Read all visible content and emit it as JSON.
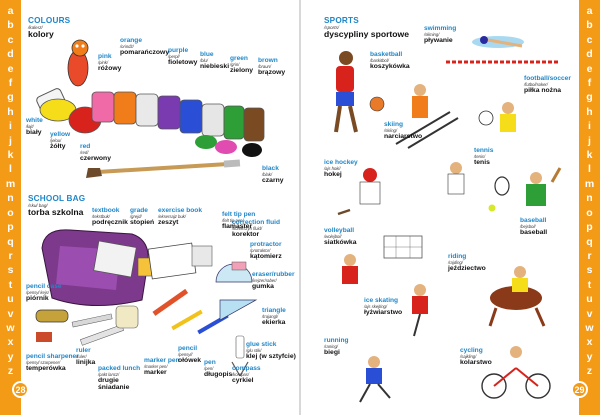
{
  "alphabet": [
    "a",
    "b",
    "c",
    "d",
    "e",
    "f",
    "g",
    "h",
    "i",
    "j",
    "k",
    "l",
    "m",
    "n",
    "o",
    "p",
    "q",
    "r",
    "s",
    "t",
    "u",
    "v",
    "w",
    "x",
    "y",
    "z"
  ],
  "left_page_number": "28",
  "right_page_number": "29",
  "colours": {
    "title": {
      "en": "COLOURS",
      "ph": "/kalerz/",
      "pl": "kolory"
    },
    "items": [
      {
        "en": "pink",
        "ph": "/pink/",
        "pl": "różowy",
        "color": "#f06aa8"
      },
      {
        "en": "orange",
        "ph": "/orindż/",
        "pl": "pomarańczowy",
        "color": "#f07d1a"
      },
      {
        "en": "purple",
        "ph": "/perpl/",
        "pl": "fioletowy",
        "color": "#7a3bb0"
      },
      {
        "en": "blue",
        "ph": "/blu/",
        "pl": "niebieski",
        "color": "#2a4fd6"
      },
      {
        "en": "green",
        "ph": "/grin/",
        "pl": "zielony",
        "color": "#2e9e37"
      },
      {
        "en": "brown",
        "ph": "/braun/",
        "pl": "brązowy",
        "color": "#7a4a22"
      },
      {
        "en": "white",
        "ph": "/łajt/",
        "pl": "biały",
        "color": "#ffffff"
      },
      {
        "en": "yellow",
        "ph": "/jelou/",
        "pl": "żółty",
        "color": "#f5dd1a"
      },
      {
        "en": "red",
        "ph": "/red/",
        "pl": "czerwony",
        "color": "#d8231d"
      },
      {
        "en": "black",
        "ph": "/blak/",
        "pl": "czarny",
        "color": "#111111"
      }
    ]
  },
  "school_bag": {
    "title": {
      "en": "SCHOOL BAG",
      "ph": "/skul bag/",
      "pl": "torba szkolna"
    },
    "items": [
      {
        "en": "textbook",
        "ph": "/tekstbuk/",
        "pl": "podręcznik"
      },
      {
        "en": "grade",
        "ph": "/grejd/",
        "pl": "stopień"
      },
      {
        "en": "exercise book",
        "ph": "/eksersajz buk/",
        "pl": "zeszyt"
      },
      {
        "en": "felt tip pen",
        "ph": "/felt tip pen/",
        "pl": "flamaster"
      },
      {
        "en": "correction fluid",
        "ph": "/korekszyn fluid/",
        "pl": "korektor"
      },
      {
        "en": "protractor",
        "ph": "/protraktor/",
        "pl": "kątomierz"
      },
      {
        "en": "eraser/rubber",
        "ph": "/irejzer/raber/",
        "pl": "gumka"
      },
      {
        "en": "triangle",
        "ph": "/trajangl/",
        "pl": "ekierka"
      },
      {
        "en": "pencil case",
        "ph": "/pensyl kejs/",
        "pl": "piórnik"
      },
      {
        "en": "pencil sharpener",
        "ph": "/pensyl szarpener/",
        "pl": "temperówka"
      },
      {
        "en": "ruler",
        "ph": "/ruler/",
        "pl": "linijka"
      },
      {
        "en": "packed lunch",
        "ph": "/pakt lancz/",
        "pl": "drugie śniadanie"
      },
      {
        "en": "marker pen",
        "ph": "/marker pen/",
        "pl": "marker"
      },
      {
        "en": "pencil",
        "ph": "/pensyl/",
        "pl": "ołówek"
      },
      {
        "en": "pen",
        "ph": "/pen/",
        "pl": "długopis"
      },
      {
        "en": "glue stick",
        "ph": "/glu stik/",
        "pl": "klej (w sztyfcie)"
      },
      {
        "en": "compass",
        "ph": "/kompas/",
        "pl": "cyrkiel"
      }
    ]
  },
  "sports": {
    "title": {
      "en": "SPORTS",
      "ph": "/sports/",
      "pl": "dyscypliny sportowe"
    },
    "items": [
      {
        "en": "swimming",
        "ph": "/słiming/",
        "pl": "pływanie"
      },
      {
        "en": "basketball",
        "ph": "/baskitbol/",
        "pl": "koszykówka"
      },
      {
        "en": "football/soccer",
        "ph": "/futbol/soker/",
        "pl": "piłka nożna"
      },
      {
        "en": "skiing",
        "ph": "/skiing/",
        "pl": "narciarstwo"
      },
      {
        "en": "ice hockey",
        "ph": "/ajs hoki/",
        "pl": "hokej"
      },
      {
        "en": "tennis",
        "ph": "/tenis/",
        "pl": "tenis"
      },
      {
        "en": "baseball",
        "ph": "/bejsbol/",
        "pl": "baseball"
      },
      {
        "en": "volleyball",
        "ph": "/wolejbol/",
        "pl": "siatkówka"
      },
      {
        "en": "riding",
        "ph": "/rajding/",
        "pl": "jeździectwo"
      },
      {
        "en": "ice skating",
        "ph": "/ajs skejting/",
        "pl": "łyżwiarstwo"
      },
      {
        "en": "running",
        "ph": "/raning/",
        "pl": "biegi"
      },
      {
        "en": "cycling",
        "ph": "/sajkling/",
        "pl": "kolarstwo"
      }
    ]
  }
}
